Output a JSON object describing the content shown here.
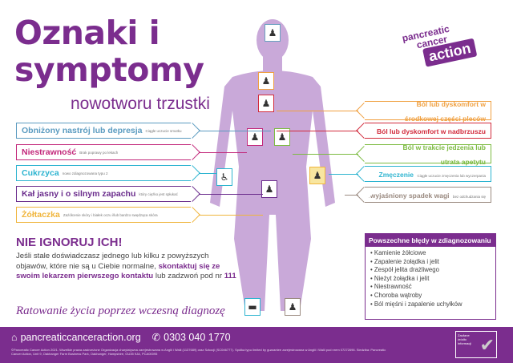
{
  "title_line1": "Oznaki i",
  "title_line2": "symptomy",
  "subtitle": "nowotworu trzustki",
  "logo": {
    "line1": "pancreatic",
    "line2": "cancer",
    "line3": "action"
  },
  "left_symptoms": [
    {
      "title": "Obniżony nastrój lub depresja",
      "detail": "Ciągłe uczucie smutku",
      "color": "#5b9bc0"
    },
    {
      "title": "Niestrawność",
      "detail": "Brak poprawy po lekach",
      "color": "#c2277a"
    },
    {
      "title": "Cukrzyca",
      "detail": "nowo zdiagnozowana typu 2",
      "color": "#2db4d0"
    },
    {
      "title": "Kał jasny i o silnym zapachu",
      "detail": "który ciężko jest spłukać",
      "color": "#6a2c8c"
    },
    {
      "title": "Żółtaczka",
      "detail": "Zażółcenie skóry i białek oczu i/lub bardzo swędząca skóra",
      "color": "#f0b53c"
    }
  ],
  "right_symptoms": [
    {
      "title": "Ból lub dyskomfort w środkowej części pleców",
      "detail": "",
      "color": "#f0a040"
    },
    {
      "title": "Ból lub dyskomfort w nadbrzuszu",
      "detail": "",
      "color": "#d22b3c"
    },
    {
      "title": "Ból w trakcie jedzenia lub utrata apetytu",
      "detail": "",
      "color": "#7dbb42"
    },
    {
      "title": "Zmęczenie",
      "detail": "Ciągłe uczucie zmęczenia lub wyczerpania",
      "color": "#2db4d0"
    },
    {
      "title": "Niewyjaśniony spadek wagi",
      "detail": "bez odchudzania się",
      "color": "#9a8a80"
    }
  ],
  "warning": {
    "heading": "NIE IGNORUJ ICH!",
    "text1": "Jeśli stale doświadczasz jednego lub kilku z powyższych objawów, które nie są u Ciebie normalne, ",
    "bold1": "skontaktuj się ze swoim lekarzem pierwszego kontaktu",
    "text2": " lub zadzwoń pod nr ",
    "bold2": "111"
  },
  "slogan": "Ratowanie życia poprzez wczesną diagnozę",
  "misdiagnosis": {
    "heading": "Powszechne błędy w zdiagnozowaniu",
    "items": [
      "Kamienie żółciowe",
      "Zapalenie żołądka i jelit",
      "Zespół jelita drażliwego",
      "Nieżyt żołądka i jelit",
      "Niestrawność",
      "Choroba wątroby",
      "Ból mięśni i zapalenie uchyłków"
    ]
  },
  "footer": {
    "website": "pancreaticcanceraction.org",
    "phone": "0303 040 1770",
    "fineprint": "©Pancreatic Cancer Action 2021. Wszelkie prawa zastrzeżone Organizacja charytatywna zarejestrowana w Anglii i Walii (1137689) oraz Szkocji (SC046777). Spółka typu limited by guarantee zarejestrowana w Anglii i Walii pod nrem 07272696. Siedziba: Pancreatic Cancer Action, Unit 9, Oakhanger Farm Business Park, Oakhanger, Hampshire, GU35 9JA, PCA00095",
    "badge": "Zaufane źródło informacji"
  },
  "colors": {
    "brand": "#7b2d8e",
    "body": "#c9a9d9"
  }
}
